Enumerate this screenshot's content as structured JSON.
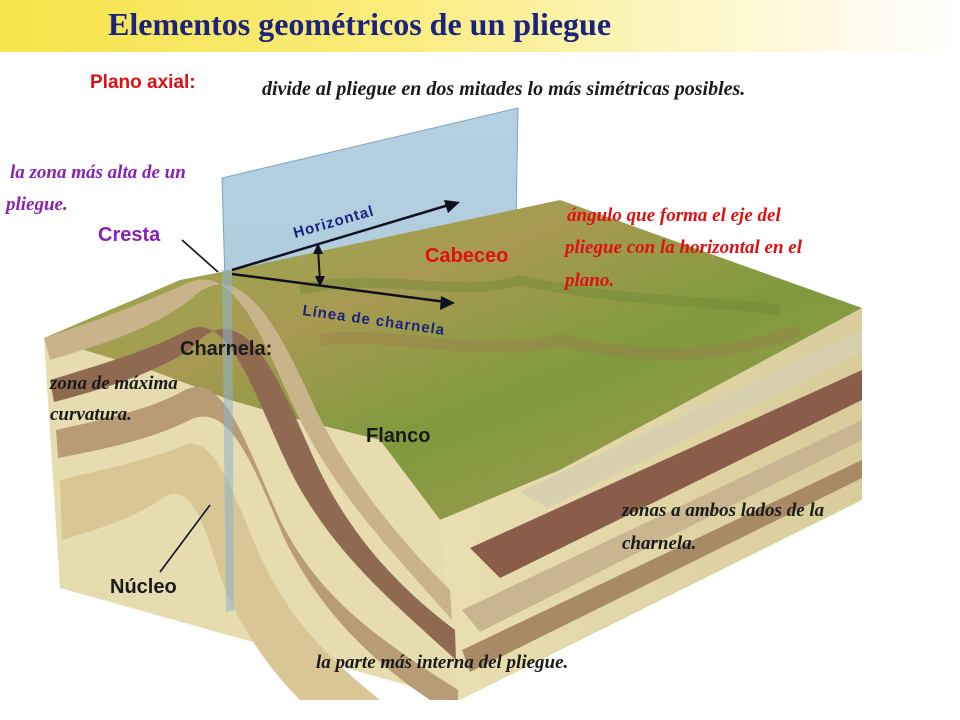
{
  "title": "Elementos geométricos de un pliegue",
  "plano_axial": {
    "label": "Plano axial:",
    "description": "divide al pliegue en dos mitades lo más simétricas posibles."
  },
  "cresta": {
    "label": "Cresta",
    "description_line1": "la zona más alta de un",
    "description_line2": "pliegue."
  },
  "horizontal_label": "Horizontal",
  "linea_charnela_label": "Línea de charnela",
  "cabeceo": {
    "label": "Cabeceo",
    "description_line1": "ángulo que forma el eje del",
    "description_line2": "pliegue con la horizontal en el",
    "description_line3": "plano."
  },
  "charnela": {
    "label": "Charnela:",
    "description_line1": "zona de máxima",
    "description_line2": "curvatura."
  },
  "flanco": {
    "label": "Flanco",
    "description_line1": "zonas a ambos lados de la",
    "description_line2": "charnela."
  },
  "nucleo": {
    "label": "Núcleo",
    "description": "la parte más interna del pliegue."
  },
  "colors": {
    "title": "#1a237e",
    "red_text": "#e01010",
    "purple_text": "#8a22b0",
    "dark_text": "#1a1a1a",
    "plane": "#9ec2d8"
  }
}
